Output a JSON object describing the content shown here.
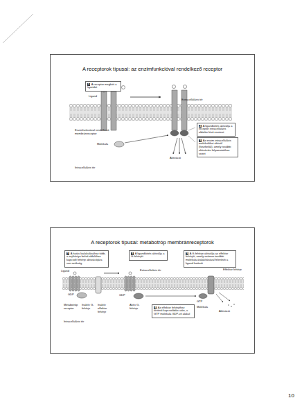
{
  "diagram": {
    "nodes": [
      {
        "text": [
          "A receptorok típusai: az enzimfunkcióval rendelkező receptor"
        ]
      },
      {
        "text": [
          "1",
          "A receptor megköti a ligandot"
        ],
        "in": 0
      },
      {
        "text": [
          "2",
          "A ligandkötés aktiválja a receptor intracelluláris oldalán lévő enzimet"
        ],
        "in": 0
      },
      {
        "text": [
          "3",
          "Az enzim intracelluláris molekulákat aktivál (foszforilál), amely további aktivációs folyamatokhoz vezet"
        ],
        "in": 0
      },
      {
        "text": [
          "A receptorok típusai: metabotróp membránreceptorok"
        ]
      },
      {
        "text": [
          "1",
          "A hatás kialakulásához több, a sejthártya belső oldalához kapcsolt fehérje aktivációjára van szükség"
        ],
        "in": 4
      },
      {
        "text": [
          "2",
          "A ligandkötés aktiválja a G-fehérjét"
        ],
        "in": 4
      },
      {
        "text": [
          "3",
          "A G-fehérje aktiválja az effektor fehérjét, amely számos további molekula átalakításával felerősíti a ligand hatását"
        ],
        "in": 4
      },
      {
        "text": [
          "4",
          "Az effektor fehérjéhez történő kapcsolódás után, a GTP molekula GDP-vé alakul"
        ],
        "in": 4
      }
    ],
    "labels": [
      "Ligand",
      "Extracelluláris tér",
      "Enzimfunkcióval rendelkező membránreceptor",
      "Molekula",
      "Intracelluláris tér",
      "Aktiváció",
      "Ligand",
      "Extracelluláris tér",
      "Effektor fehérje",
      "GDP",
      "GDP",
      "GTP",
      "Metabotróp receptor",
      "Inaktív G-fehérje",
      "Inaktív effektor fehérje",
      "Aktív G-fehérje",
      "Molekula",
      "Aktiváció",
      "Intracelluláris tér",
      "10"
    ]
  }
}
